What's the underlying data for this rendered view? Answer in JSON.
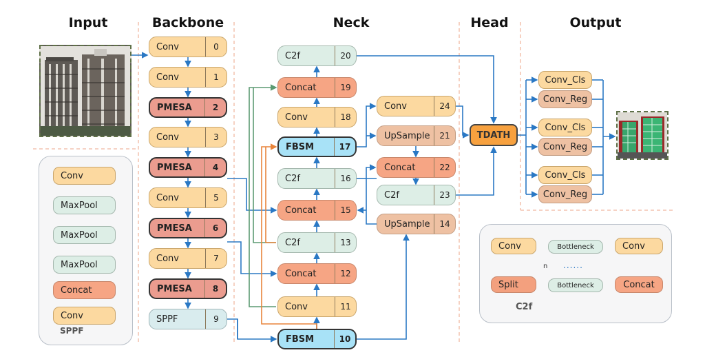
{
  "headers": {
    "input": "Input",
    "backbone": "Backbone",
    "neck": "Neck",
    "head": "Head",
    "output": "Output"
  },
  "colors": {
    "arrow_blue": "#2a78c4",
    "arrow_green": "#5b9a72",
    "arrow_orange": "#e8843a",
    "divider": "#f0b8a0",
    "conv": "#fcd9a0",
    "c2f": "#ddeee6",
    "concat": "#f6a584",
    "pmesa": "#eb9c8f",
    "upsample": "#eec1a3",
    "fbsm": "#a8e2f7",
    "tdath": "#f7a13f"
  },
  "input_image": {
    "label": "input-building-photo"
  },
  "output_image": {
    "label": "output-detection-photo"
  },
  "backbone": [
    {
      "name": "Conv",
      "index": "0",
      "type": "conv"
    },
    {
      "name": "Conv",
      "index": "1",
      "type": "conv"
    },
    {
      "name": "PMESA",
      "index": "2",
      "type": "pmesa"
    },
    {
      "name": "Conv",
      "index": "3",
      "type": "conv"
    },
    {
      "name": "PMESA",
      "index": "4",
      "type": "pmesa"
    },
    {
      "name": "Conv",
      "index": "5",
      "type": "conv"
    },
    {
      "name": "PMESA",
      "index": "6",
      "type": "pmesa"
    },
    {
      "name": "Conv",
      "index": "7",
      "type": "conv"
    },
    {
      "name": "PMESA",
      "index": "8",
      "type": "pmesa"
    },
    {
      "name": "SPPF",
      "index": "9",
      "type": "sppf"
    }
  ],
  "neck_main": [
    {
      "name": "C2f",
      "index": "20",
      "type": "c2f"
    },
    {
      "name": "Concat",
      "index": "19",
      "type": "concat"
    },
    {
      "name": "Conv",
      "index": "18",
      "type": "conv"
    },
    {
      "name": "FBSM",
      "index": "17",
      "type": "fbsm"
    },
    {
      "name": "C2f",
      "index": "16",
      "type": "c2f"
    },
    {
      "name": "Concat",
      "index": "15",
      "type": "concat"
    },
    {
      "name": "C2f",
      "index": "13",
      "type": "c2f"
    },
    {
      "name": "Concat",
      "index": "12",
      "type": "concat"
    },
    {
      "name": "Conv",
      "index": "11",
      "type": "conv"
    },
    {
      "name": "FBSM",
      "index": "10",
      "type": "fbsm"
    }
  ],
  "neck_side": [
    {
      "name": "Conv",
      "index": "24",
      "type": "conv"
    },
    {
      "name": "UpSample",
      "index": "21",
      "type": "ups"
    },
    {
      "name": "Concat",
      "index": "22",
      "type": "concat"
    },
    {
      "name": "C2f",
      "index": "23",
      "type": "c2f"
    },
    {
      "name": "UpSample",
      "index": "14",
      "type": "ups"
    }
  ],
  "head": {
    "name": "TDATH"
  },
  "output_heads": [
    {
      "cls": "Conv_Cls",
      "reg": "Conv_Reg"
    },
    {
      "cls": "Conv_Cls",
      "reg": "Conv_Reg"
    },
    {
      "cls": "Conv_Cls",
      "reg": "Conv_Reg"
    }
  ],
  "sppf_panel": {
    "title": "SPPF",
    "blocks": [
      "Conv",
      "MaxPool",
      "MaxPool",
      "MaxPool",
      "Concat",
      "Conv"
    ]
  },
  "c2f_panel": {
    "title": "C2f",
    "conv_in": "Conv",
    "split": "Split",
    "bottleneck_top": "Bottleneck",
    "bottleneck_bottom": "Bottleneck",
    "ellipsis": "......",
    "n_label": "n",
    "concat": "Concat",
    "conv_out": "Conv"
  }
}
